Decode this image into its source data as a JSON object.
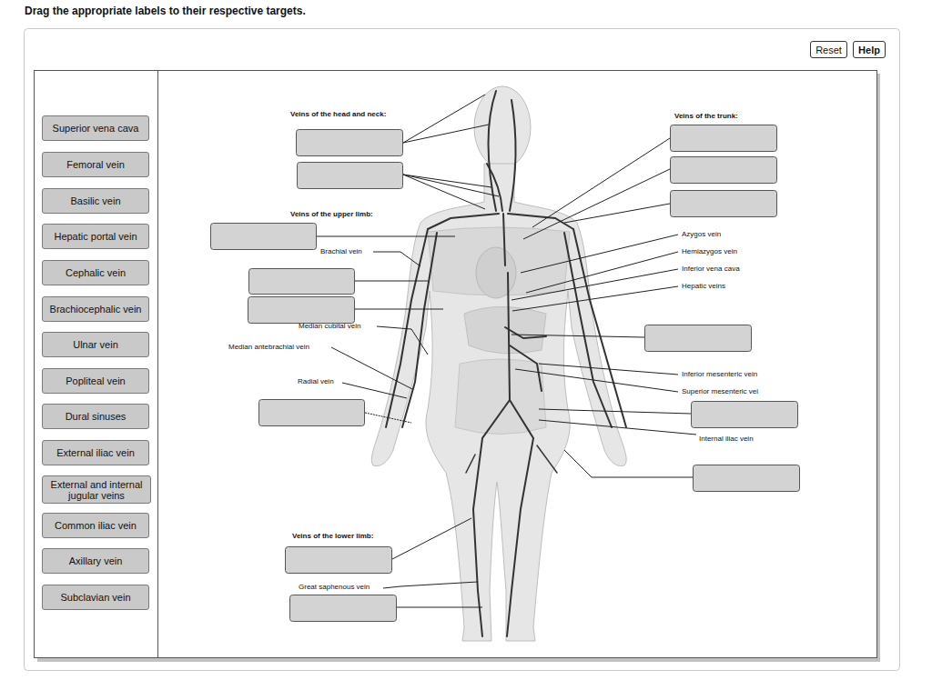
{
  "diagram": {
    "title": "Drag the appropriate labels to their respective targets.",
    "nodes": [
      {
        "text": [
          "Reset"
        ]
      },
      {
        "text": [
          "Help"
        ]
      },
      {
        "text": [
          "Superior vena cava"
        ]
      },
      {
        "text": [
          "Femoral vein"
        ]
      },
      {
        "text": [
          "Basilic vein"
        ]
      },
      {
        "text": [
          "Hepatic portal vein"
        ]
      },
      {
        "text": [
          "Cephalic vein"
        ]
      },
      {
        "text": [
          "Brachiocephalic vein"
        ]
      },
      {
        "text": [
          "Ulnar vein"
        ]
      },
      {
        "text": [
          "Popliteal vein"
        ]
      },
      {
        "text": [
          "Dural sinuses"
        ]
      },
      {
        "text": [
          "External iliac vein"
        ]
      },
      {
        "text": [
          "External and internal jugular veins"
        ]
      },
      {
        "text": [
          "Common iliac vein"
        ]
      },
      {
        "text": [
          "Axillary vein"
        ]
      },
      {
        "text": [
          "Subclavian vein"
        ]
      }
    ],
    "labels": [
      "Veins of the head and neck:",
      "Veins of the trunk:",
      "Veins of the upper limb:",
      "Brachial vein",
      "Azygos vein",
      "Hemiazygos vein",
      "Inferior vena cava",
      "Hepatic veins",
      "Median cubital vein",
      "Median antebrachial vein",
      "Radial vein",
      "Inferior mesenteric vein",
      "Superior mesenteric vei",
      "Internal iliac vein",
      "Veins of the lower limb:",
      "Great saphenous vein"
    ]
  }
}
